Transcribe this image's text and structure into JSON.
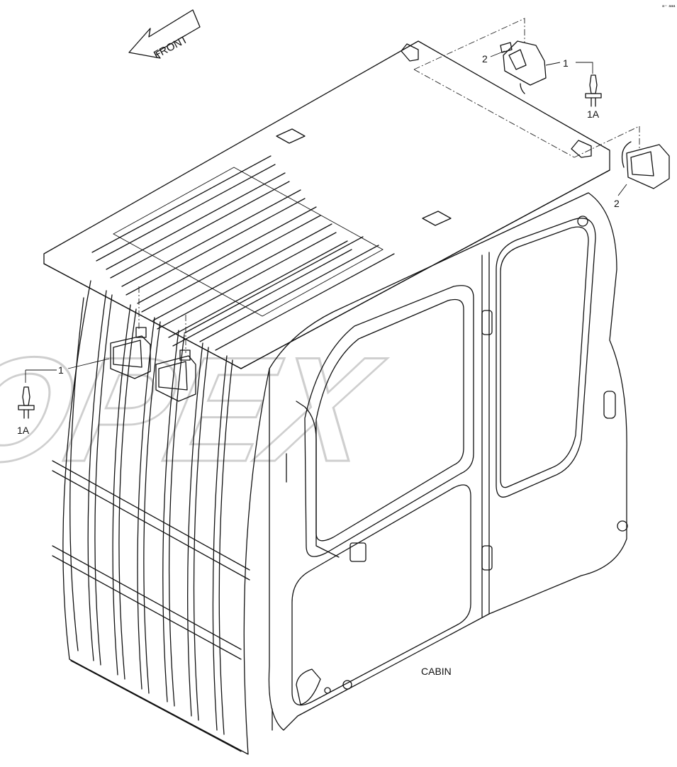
{
  "diagram": {
    "front_arrow_label": "FRONT",
    "assembly_label": "CABIN",
    "callouts": {
      "rear_lamp_left": "1",
      "rear_lamp_right_num": "1",
      "bulb_left": "1A",
      "bulb_right": "1A",
      "wire_top": "2",
      "wire_right": "2"
    },
    "corner_mark": "ᵃ⁻ ᵃᵃᵃ",
    "watermark": "OPEX"
  }
}
